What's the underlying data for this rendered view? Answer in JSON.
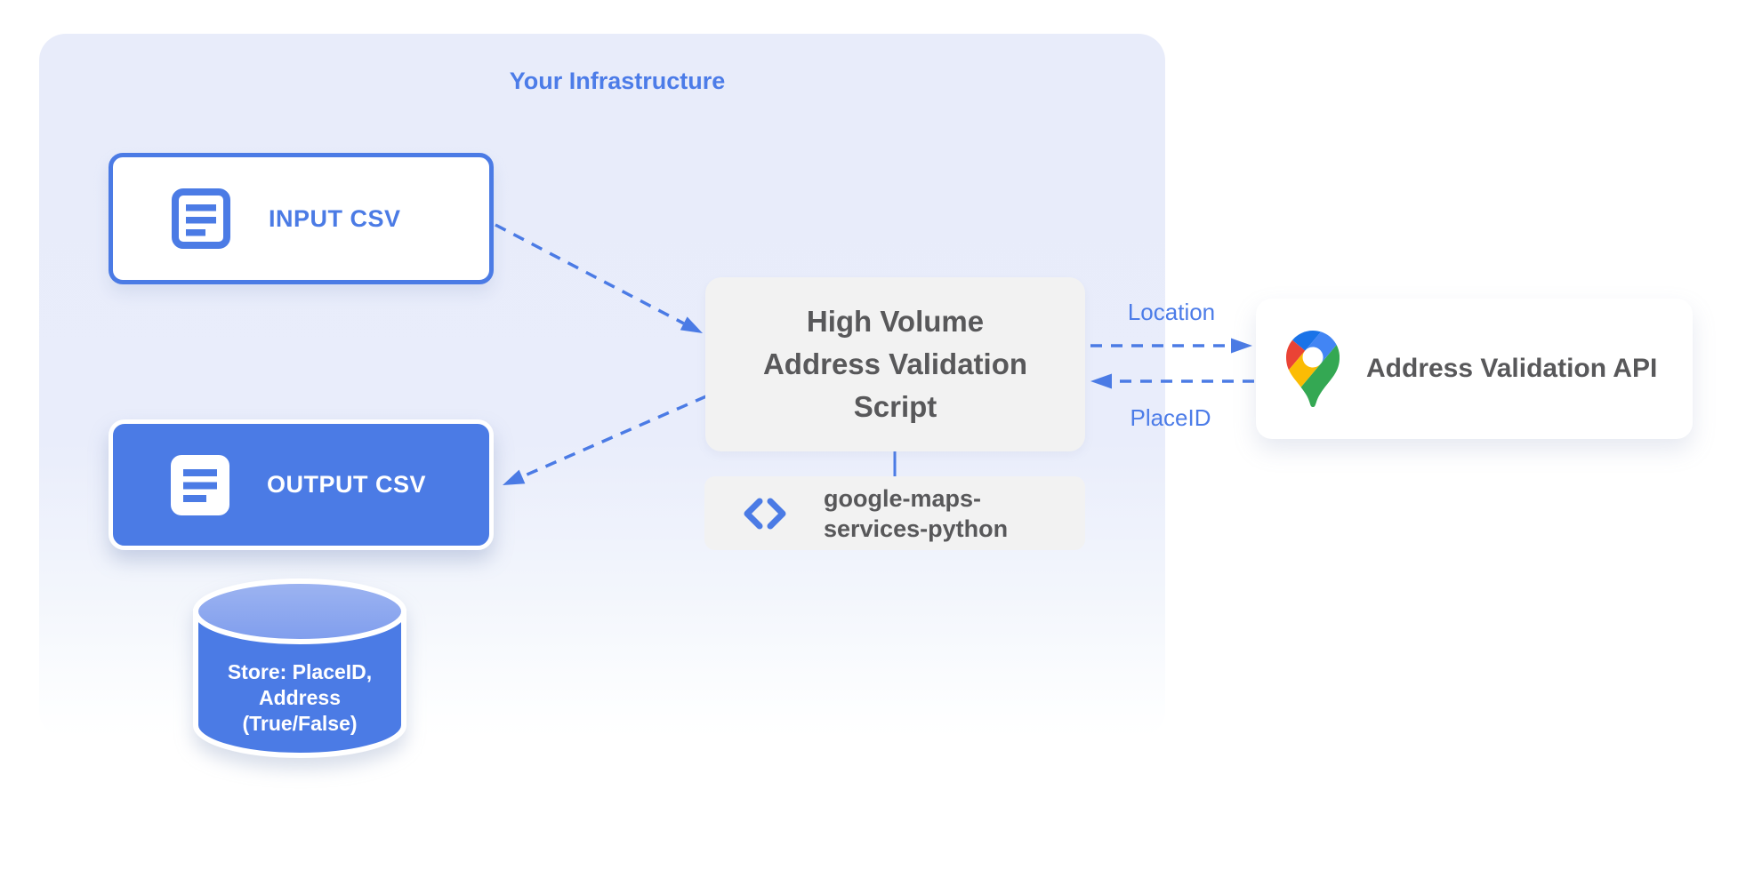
{
  "title": "Your Infrastructure",
  "nodes": {
    "input_csv": {
      "label": "INPUT CSV",
      "icon": "document-icon"
    },
    "output_csv": {
      "label": "OUTPUT CSV",
      "icon": "document-icon"
    },
    "script": {
      "lines": [
        "High Volume",
        "Address Validation",
        "Script"
      ]
    },
    "library": {
      "icon": "code-icon",
      "lines": [
        "google-maps-",
        "services-python"
      ]
    },
    "api": {
      "label": "Address Validation API",
      "icon": "google-maps-pin-icon"
    },
    "datastore": {
      "lines": [
        "Store: PlaceID,",
        "Address",
        "(True/False)"
      ]
    }
  },
  "edge_labels": {
    "to_api": "Location",
    "from_api": "PlaceID"
  },
  "colors": {
    "accent_blue": "#4b7be5",
    "panel_background": "#e8ecfa",
    "node_gray": "#f2f2f2",
    "text_dark": "#58585a",
    "cylinder_top": "#8ca9ef",
    "pin_red": "#ea4335",
    "pin_blue": "#4285f4",
    "pin_yellow": "#fbbc04",
    "pin_green": "#34a853"
  }
}
